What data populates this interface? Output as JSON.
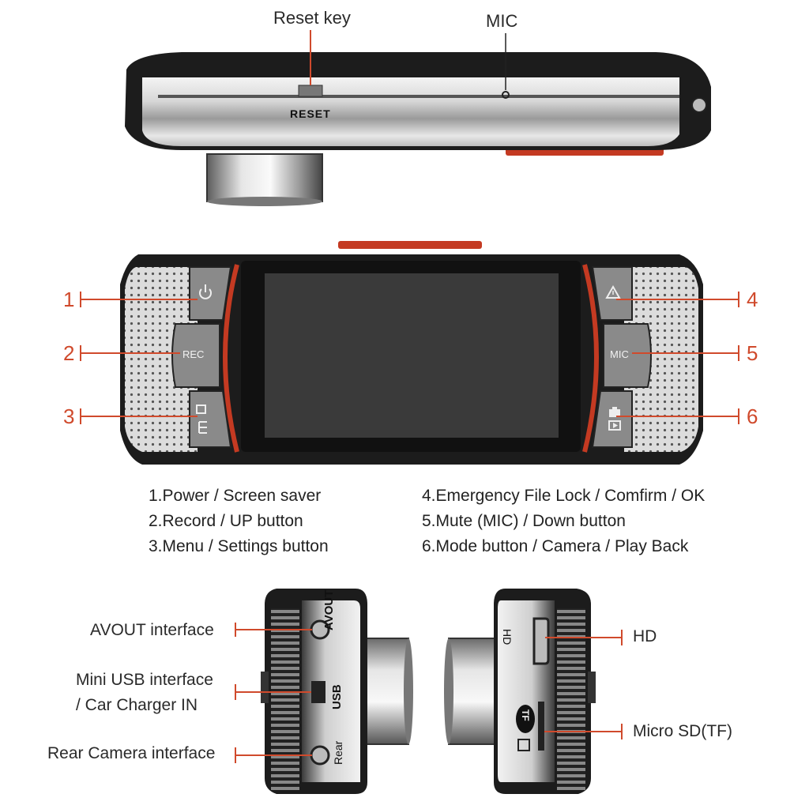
{
  "top_view": {
    "reset_key_label": "Reset key",
    "mic_label": "MIC",
    "reset_engraving": "RESET"
  },
  "front_view": {
    "callouts": [
      {
        "number": "1"
      },
      {
        "number": "2"
      },
      {
        "number": "3"
      },
      {
        "number": "4"
      },
      {
        "number": "5"
      },
      {
        "number": "6"
      }
    ],
    "buttons": {
      "rec": "REC",
      "mic": "MIC"
    }
  },
  "legend": {
    "left": [
      "1.Power / Screen saver",
      "2.Record / UP button",
      "3.Menu / Settings button"
    ],
    "right": [
      "4.Emergency File Lock / Comfirm / OK",
      "5.Mute (MIC) / Down button",
      "6.Mode button / Camera / Play Back"
    ]
  },
  "left_side": {
    "avout_label": "AVOUT interface",
    "usb_label_line1": "Mini USB interface",
    "usb_label_line2": "/ Car Charger IN",
    "rear_label": "Rear Camera interface",
    "engr_avout": "AVOUT",
    "engr_usb": "USB",
    "engr_rear": "Rear"
  },
  "right_side": {
    "hd_label": "HD",
    "sd_label": "Micro SD(TF)",
    "engr_hd": "HD",
    "engr_tf": "TF"
  },
  "colors": {
    "accent_red": "#d04a2c",
    "body_dark": "#1c1c1c",
    "screen": "#3a3a3a"
  }
}
